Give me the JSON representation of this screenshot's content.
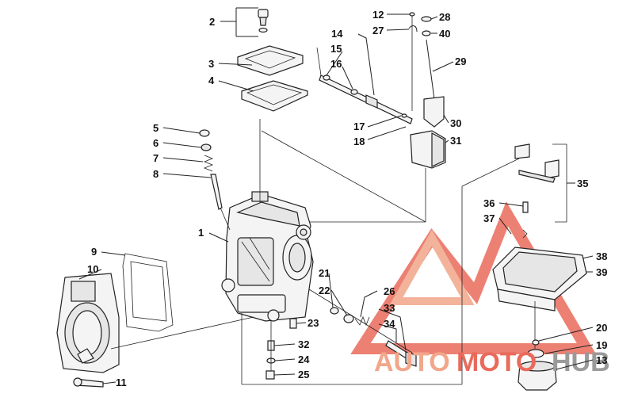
{
  "callouts": [
    "1",
    "2",
    "3",
    "4",
    "5",
    "6",
    "7",
    "8",
    "9",
    "10",
    "11",
    "12",
    "13",
    "14",
    "15",
    "16",
    "17",
    "18",
    "19",
    "20",
    "21",
    "22",
    "23",
    "24",
    "25",
    "26",
    "27",
    "28",
    "29",
    "30",
    "31",
    "32",
    "33",
    "34",
    "35",
    "36",
    "37",
    "38",
    "39",
    "40"
  ],
  "watermark": {
    "part1": "AUTO",
    "part2": "MOTO",
    "part3": "HUB"
  },
  "colors": {
    "watermark_red": "#e96a5b",
    "watermark_light": "#f2a68a",
    "watermark_gray": "#9a9a9a"
  }
}
